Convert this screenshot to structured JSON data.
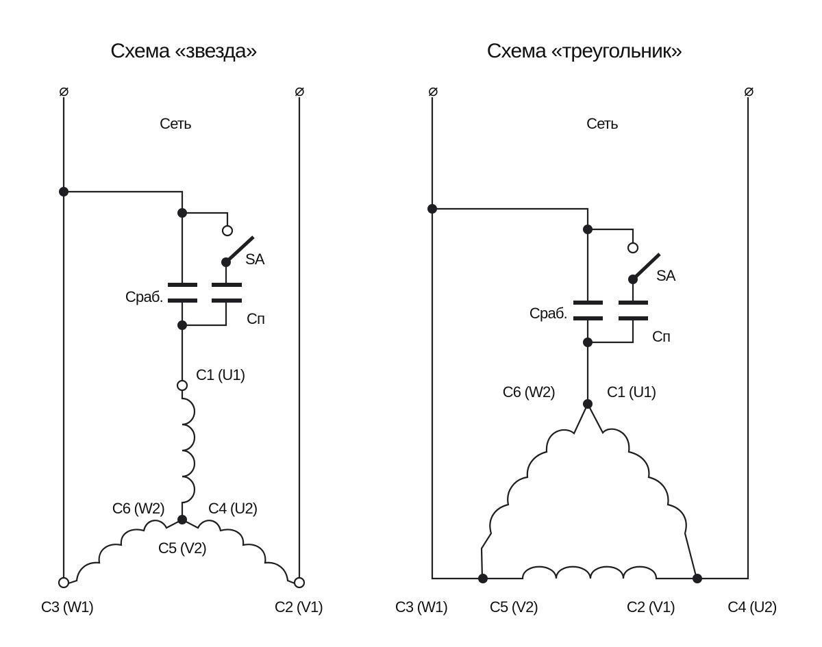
{
  "diagrams": [
    {
      "id": "star",
      "title": "Схема «звезда»",
      "network_label": "Сеть",
      "terminal_symbol": "⌀",
      "switch_label": "SA",
      "cap_work_label": "Сраб.",
      "cap_start_label": "Сп",
      "terminals": {
        "c1": "C1 (U1)",
        "c6": "C6 (W2)",
        "c4": "C4 (U2)",
        "c5": "C5 (V2)",
        "c3": "C3 (W1)",
        "c2": "C2 (V1)"
      }
    },
    {
      "id": "delta",
      "title": "Схема «треугольник»",
      "network_label": "Сеть",
      "terminal_symbol": "⌀",
      "switch_label": "SA",
      "cap_work_label": "Сраб.",
      "cap_start_label": "Сп",
      "terminals": {
        "c6": "C6 (W2)",
        "c1": "C1 (U1)",
        "c3": "C3 (W1)",
        "c5": "C5 (V2)",
        "c2": "C2 (V1)",
        "c4": "C4 (U2)"
      }
    }
  ],
  "colors": {
    "ink": "#1f1f23",
    "background": "#ffffff"
  }
}
